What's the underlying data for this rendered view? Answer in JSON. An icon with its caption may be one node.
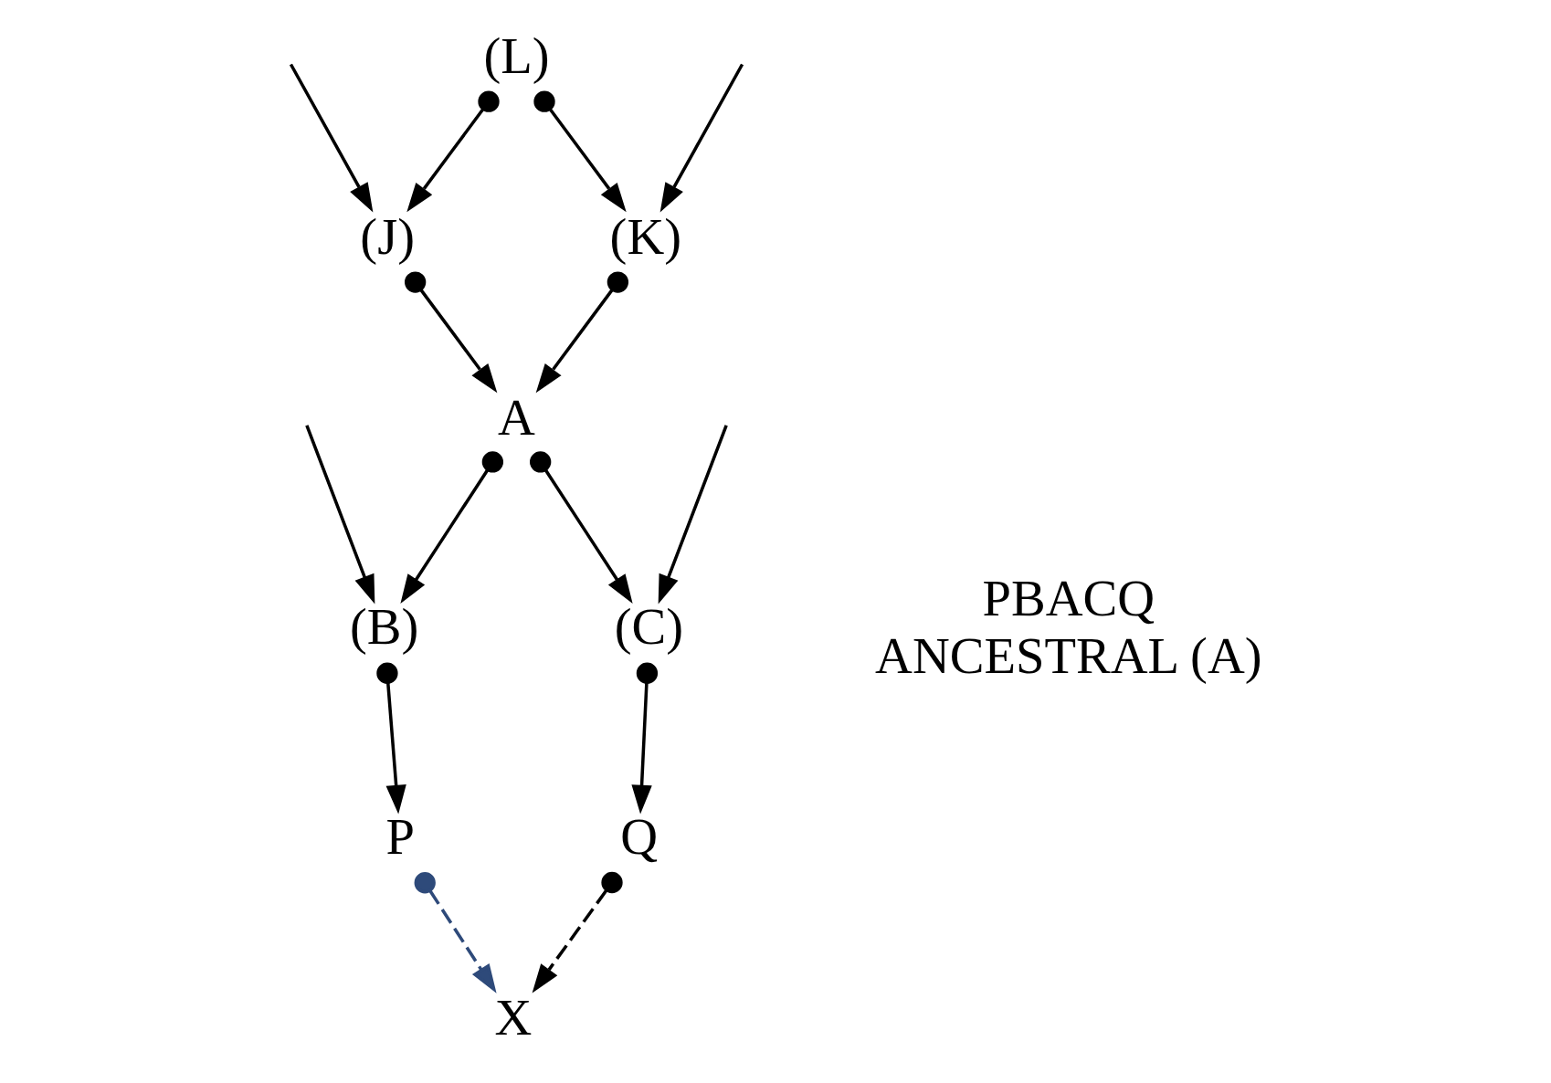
{
  "diagram": {
    "nodes": [
      {
        "text": [
          "(L)"
        ]
      },
      {
        "text": [
          "(J)"
        ]
      },
      {
        "text": [
          "(K)"
        ]
      },
      {
        "text": [
          "A"
        ]
      },
      {
        "text": [
          "(B)"
        ]
      },
      {
        "text": [
          "(C)"
        ]
      },
      {
        "text": [
          "P"
        ]
      },
      {
        "text": [
          "Q"
        ]
      },
      {
        "text": [
          "X"
        ]
      }
    ],
    "edges": [
      {
        "from": 0,
        "to": 1,
        "arrow": "to"
      },
      {
        "from": 0,
        "to": 2,
        "arrow": "to"
      },
      {
        "from": null,
        "to": 1,
        "arrow": "to"
      },
      {
        "from": null,
        "to": 2,
        "arrow": "to"
      },
      {
        "from": 1,
        "to": 3,
        "arrow": "to"
      },
      {
        "from": 2,
        "to": 3,
        "arrow": "to"
      },
      {
        "from": 3,
        "to": 4,
        "arrow": "to"
      },
      {
        "from": 3,
        "to": 5,
        "arrow": "to"
      },
      {
        "from": null,
        "to": 4,
        "arrow": "to"
      },
      {
        "from": null,
        "to": 5,
        "arrow": "to"
      },
      {
        "from": 4,
        "to": 6,
        "arrow": "to"
      },
      {
        "from": 5,
        "to": 7,
        "arrow": "to"
      },
      {
        "from": 6,
        "to": 8,
        "arrow": "to",
        "style": "dashed",
        "color": "#2e4a7a"
      },
      {
        "from": 7,
        "to": 8,
        "arrow": "to",
        "style": "dashed"
      }
    ],
    "labels": [
      "PBACQ",
      "ANCESTRAL (A)"
    ]
  }
}
